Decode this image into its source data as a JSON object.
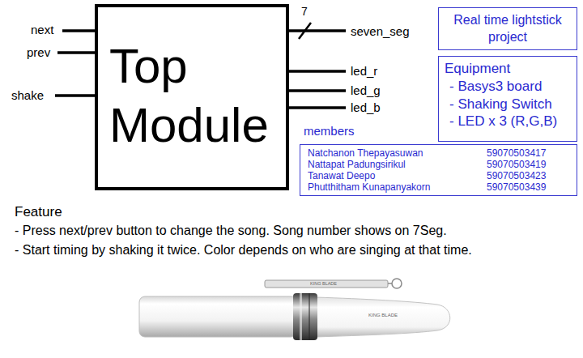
{
  "diagram": {
    "nodes": [
      {
        "text": [
          "Top Module"
        ]
      },
      {
        "text": [
          "Real time lightstick project"
        ]
      },
      {
        "text": [
          "Equipment",
          "- Basys3 board",
          "- Shaking Switch",
          "- LED x 3 (R,G,B)"
        ]
      },
      {
        "text": [
          "members",
          "Natchanon Thepayasuwan",
          "59070503417",
          "Nattapat Padungsirikul",
          "59070503419",
          "Tanawat Deepo",
          "59070503423",
          "Phutthitham Kunapanyakorn",
          "59070503439"
        ]
      }
    ],
    "edges": [],
    "labels": [
      "next",
      "prev",
      "shake",
      "7",
      "seven_seg",
      "led_r",
      "led_g",
      "led_b",
      "Feature",
      "- Press next/prev button to change the song. Song number shows on 7Seg.",
      "- Start timing by shaking it twice. Color depends on who are singing at that time.",
      "KING BLADE",
      "KING BLADE"
    ]
  }
}
